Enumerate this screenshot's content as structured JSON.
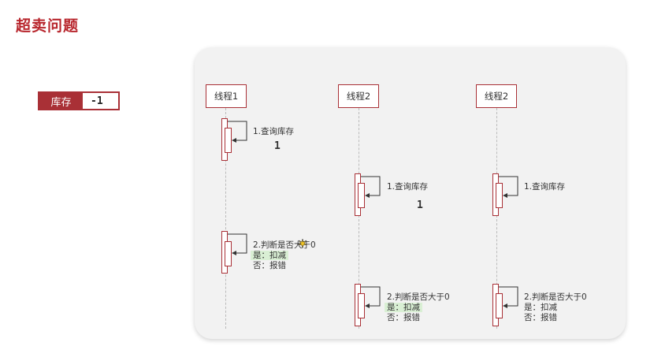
{
  "title": "超卖问题",
  "stock": {
    "label": "库存",
    "value": "-1"
  },
  "threads": [
    {
      "label": "线程1"
    },
    {
      "label": "线程2"
    },
    {
      "label": "线程2"
    }
  ],
  "step1": {
    "t1": "1.查询库存",
    "t2": "1.查询库存",
    "t3": "1.查询库存",
    "t1_result": "1",
    "t2_result": "1"
  },
  "step2": {
    "t1": {
      "line1": "2.判断是否大于0",
      "line2": "是：扣减",
      "line3": "否：报错"
    },
    "t2": {
      "line1": "2.判断是否大于0",
      "line2": "是：扣减",
      "line3": "否：报错"
    },
    "t3": {
      "line1": "2.判断是否大于0",
      "line2": "是：扣减",
      "line3": "否：报错"
    }
  },
  "colors": {
    "accent": "#a93036",
    "title": "#b8262d",
    "highlight": "#d9efd4",
    "panel": "#f2f2f2"
  },
  "icons": {
    "cursor": "cursor-pointer-icon"
  }
}
